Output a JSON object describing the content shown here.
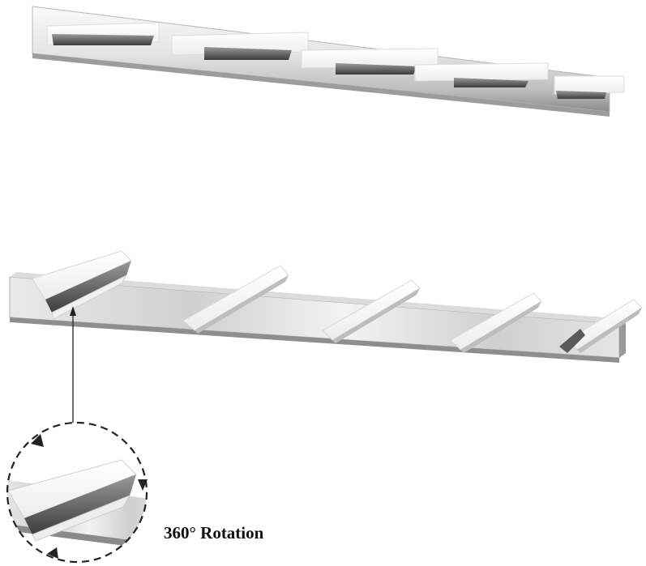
{
  "caption": "360° Rotation",
  "colors": {
    "background": "#ffffff",
    "chrome_light": "#f4f4f4",
    "chrome_mid": "#c9c9c9",
    "chrome_dark": "#7d7d7d",
    "acrylic": "#ffffff",
    "caption_text": "#111111",
    "arrow": "#222222"
  },
  "products": [
    {
      "name": "light-fixture-front-view",
      "shade_count": 5
    },
    {
      "name": "light-fixture-angled-view",
      "shade_count": 5
    }
  ],
  "detail_callout": {
    "label_icon": "rotation-arrows-icon"
  }
}
